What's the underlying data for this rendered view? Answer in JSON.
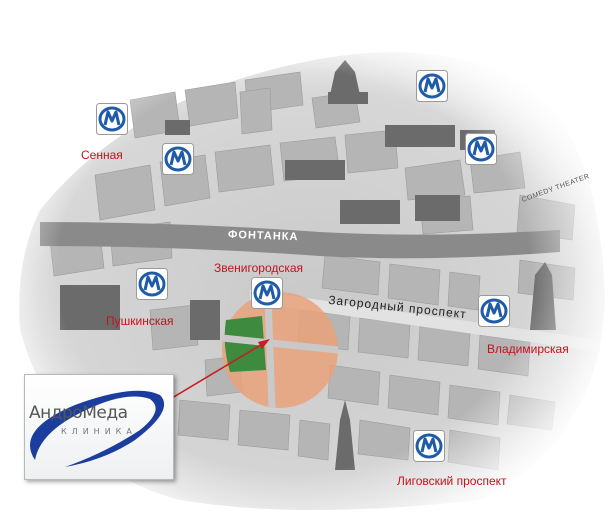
{
  "map": {
    "stations": [
      {
        "id": "sennaya",
        "name": "Сенная"
      },
      {
        "id": "zvenigorodskaya",
        "name": "Звенигородская"
      },
      {
        "id": "pushkinskaya",
        "name": "Пушкинская"
      },
      {
        "id": "vladimirskaya",
        "name": "Владимирская"
      },
      {
        "id": "ligovsky",
        "name": "Лиговский проспект"
      }
    ],
    "streets": {
      "fontanka": "ФОНТАНКА",
      "zagorodny": "Загородный проспект"
    },
    "colors": {
      "metro_blue": "#1f5ba6",
      "station_red": "#c0141c",
      "highlight_orange": "#e9a27a",
      "highlight_green": "#3e8a3e",
      "pointer_red": "#c81e1e",
      "logo_blue": "#1a3d9e"
    }
  },
  "logo": {
    "name": "АндроМеда",
    "subtitle": "КЛИНИКА"
  },
  "landmark": {
    "theater_sign": "COMEDY THEATER"
  },
  "icons": {
    "metro": "metro-icon"
  }
}
